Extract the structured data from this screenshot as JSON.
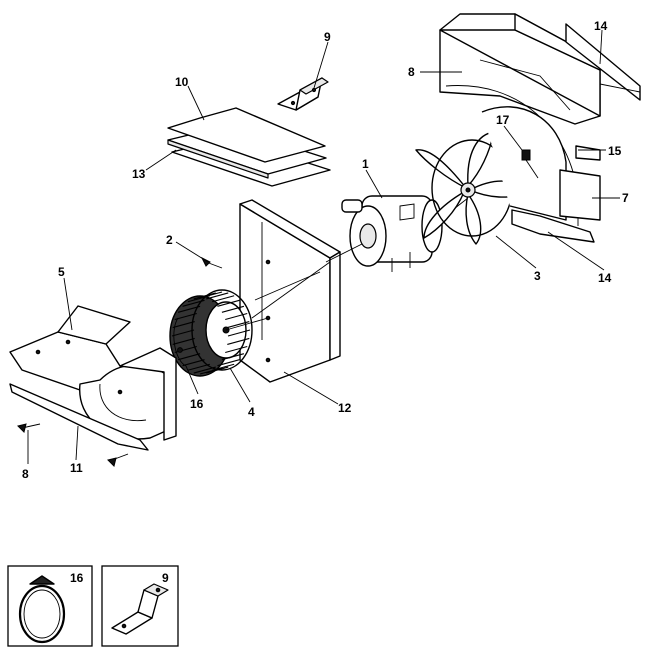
{
  "callouts": {
    "c1": "1",
    "c2": "2",
    "c3": "3",
    "c4": "4",
    "c5": "5",
    "c7": "7",
    "c8_top": "8",
    "c8_bottom": "8",
    "c9": "9",
    "c10": "10",
    "c11": "11",
    "c12": "12",
    "c13": "13",
    "c14_top": "14",
    "c14_bottom": "14",
    "c15": "15",
    "c16": "16",
    "c17": "17"
  },
  "detail_boxes": {
    "left_label": "16",
    "right_label": "9"
  }
}
